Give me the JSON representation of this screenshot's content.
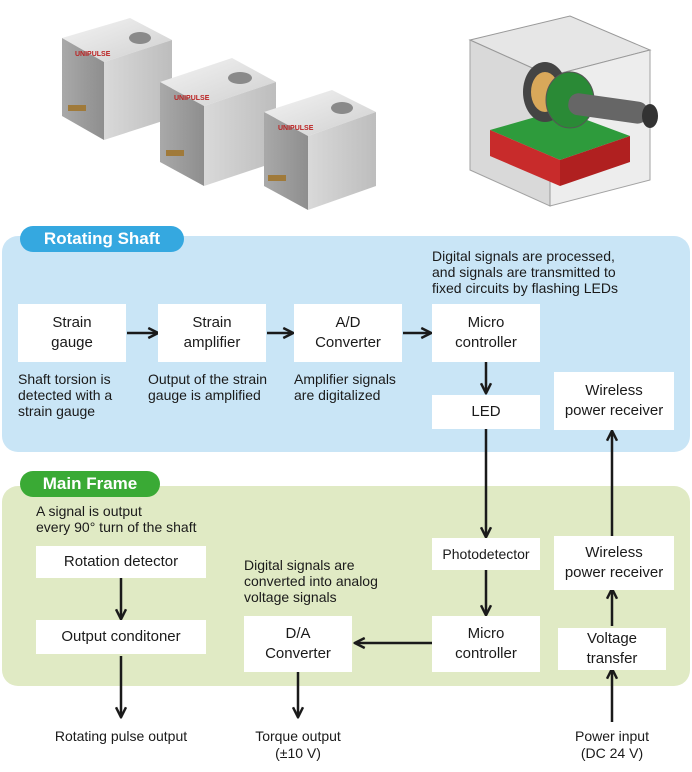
{
  "sections": {
    "rotating_shaft": "Rotating Shaft",
    "main_frame": "Main Frame"
  },
  "rotating_shaft": {
    "strain_gauge": "Strain\ngauge",
    "strain_amplifier": "Strain\namplifier",
    "ad_converter": "A/D\nConverter",
    "micro_controller": "Micro\ncontroller",
    "led": "LED",
    "wireless_power_receiver": "Wireless\npower receiver",
    "note_strain_gauge": "Shaft torsion is\ndetected with a\nstrain gauge",
    "note_amplifier": "Output of the strain\ngauge is amplified",
    "note_ad": "Amplifier signals\nare digitalized",
    "note_micro": "Digital signals are processed,\nand signals are transmitted to\nfixed circuits by flashing LEDs"
  },
  "main_frame": {
    "note_rotation": "A signal is output\nevery 90° turn of the shaft",
    "rotation_detector": "Rotation detector",
    "output_conditioner": "Output conditoner",
    "note_da": "Digital signals are\nconverted into analog\nvoltage signals",
    "da_converter": "D/A\nConverter",
    "photodetector": "Photodetector",
    "micro_controller": "Micro\ncontroller",
    "wireless_power_receiver": "Wireless\npower receiver",
    "voltage_transfer": "Voltage\ntransfer"
  },
  "outputs": {
    "rotating_pulse": "Rotating pulse output",
    "torque": "Torque output\n(±10 V)",
    "power": "Power input\n(DC 24 V)"
  },
  "colors": {
    "panel_top": "#c9e5f6",
    "panel_bottom": "#e0eac4",
    "pill_blue": "#35a8e0",
    "pill_green": "#3aaa35"
  }
}
